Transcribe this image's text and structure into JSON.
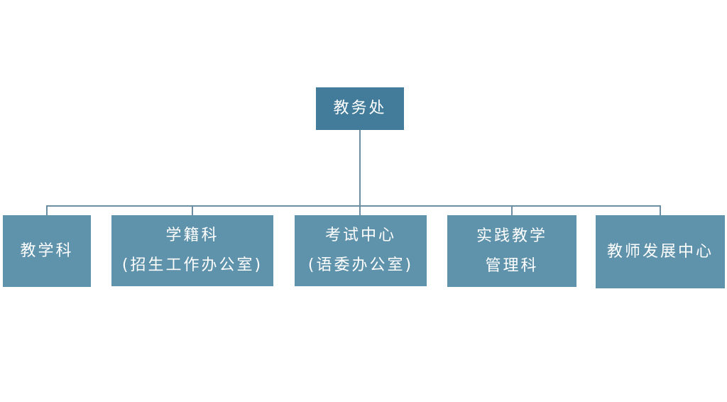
{
  "root": {
    "label": "教务处"
  },
  "children": [
    {
      "lines": [
        "教学科"
      ]
    },
    {
      "lines": [
        "学籍科",
        "(招生工作办公室)"
      ]
    },
    {
      "lines": [
        "考试中心",
        "(语委办公室)"
      ]
    },
    {
      "lines": [
        "实践教学",
        "管理科"
      ]
    },
    {
      "lines": [
        "教师发展中心"
      ]
    }
  ],
  "colors": {
    "root_fill": "#437c9a",
    "child_fill": "#5f92ab",
    "connector": "#6b8ea3",
    "text": "#ffffff"
  }
}
